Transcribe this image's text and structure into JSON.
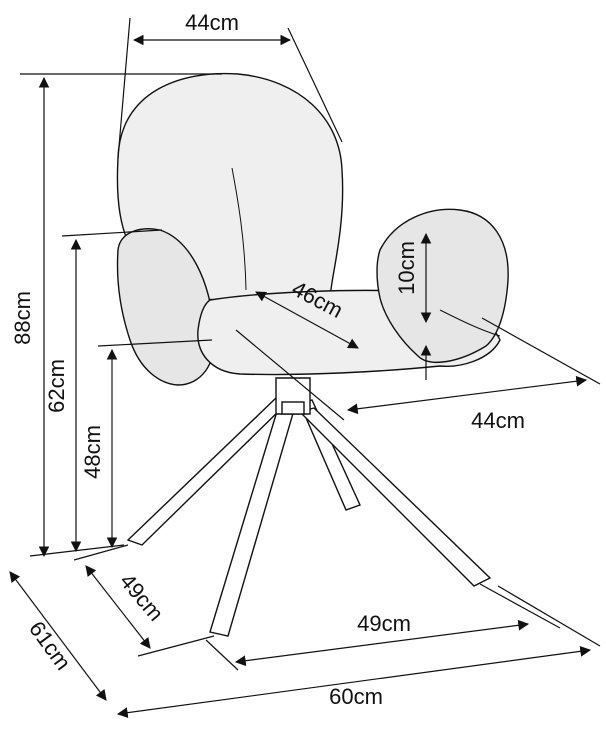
{
  "diagram": {
    "labels": {
      "back_width": "44cm",
      "total_height": "88cm",
      "armrest_height": "62cm",
      "seat_height": "48cm",
      "seat_depth": "46cm",
      "armrest_thickness": "10cm",
      "seat_width": "44cm",
      "base_depth": "49cm",
      "base_width": "49cm",
      "overall_depth": "61cm",
      "overall_width": "60cm"
    },
    "colors": {
      "line": "#111111",
      "fabric": "#efefef",
      "background": "#ffffff"
    }
  }
}
